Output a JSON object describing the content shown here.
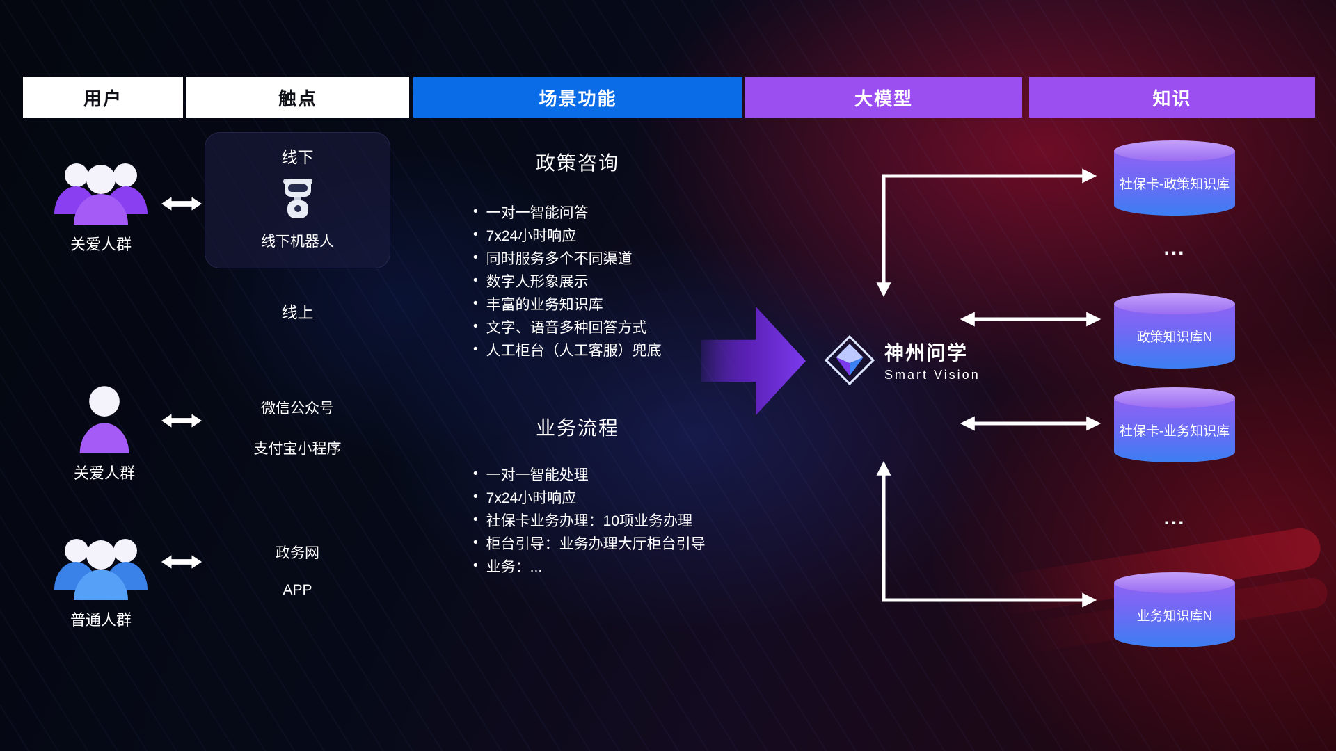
{
  "header": {
    "columns": [
      {
        "label": "用户"
      },
      {
        "label": "触点"
      },
      {
        "label": "场景功能"
      },
      {
        "label": "大模型"
      },
      {
        "label": "知识"
      }
    ]
  },
  "users": [
    {
      "label": "关爱人群"
    },
    {
      "label": "关爱人群"
    },
    {
      "label": "普通人群"
    }
  ],
  "touchpoints": {
    "offline_title": "线下",
    "offline_robot": "线下机器人",
    "online": "线上",
    "wechat": "微信公众号",
    "alipay": "支付宝小程序",
    "gov": "政务网",
    "app": "APP"
  },
  "scene": {
    "sections": [
      {
        "title": "政策咨询",
        "bullets": [
          "一对一智能问答",
          "7x24小时响应",
          "同时服务多个不同渠道",
          "数字人形象展示",
          "丰富的业务知识库",
          "文字、语音多种回答方式",
          "人工柜台（人工客服）兜底"
        ]
      },
      {
        "title": "业务流程",
        "bullets": [
          "一对一智能处理",
          "7x24小时响应",
          "社保卡业务办理：10项业务办理",
          "柜台引导：业务办理大厅柜台引导",
          "业务：..."
        ]
      }
    ]
  },
  "model": {
    "brand": "神州问学",
    "sub": "Smart Vision"
  },
  "knowledge": {
    "dbs": [
      "社保卡-政策知识库",
      "政策知识库N",
      "社保卡-业务知识库",
      "业务知识库N"
    ],
    "ellipsis": "..."
  },
  "colors": {
    "header_blue": "#0b6ce8",
    "header_purple": "#9b4ff0",
    "accent_purple": "#a55cf7",
    "accent_blue": "#57a0f8",
    "cylinder_top": "#c4a1fa",
    "cylinder_bottom": "#3c7ef2",
    "big_arrow_purple": "#7c3aed",
    "arrow_white": "#ffffff"
  }
}
